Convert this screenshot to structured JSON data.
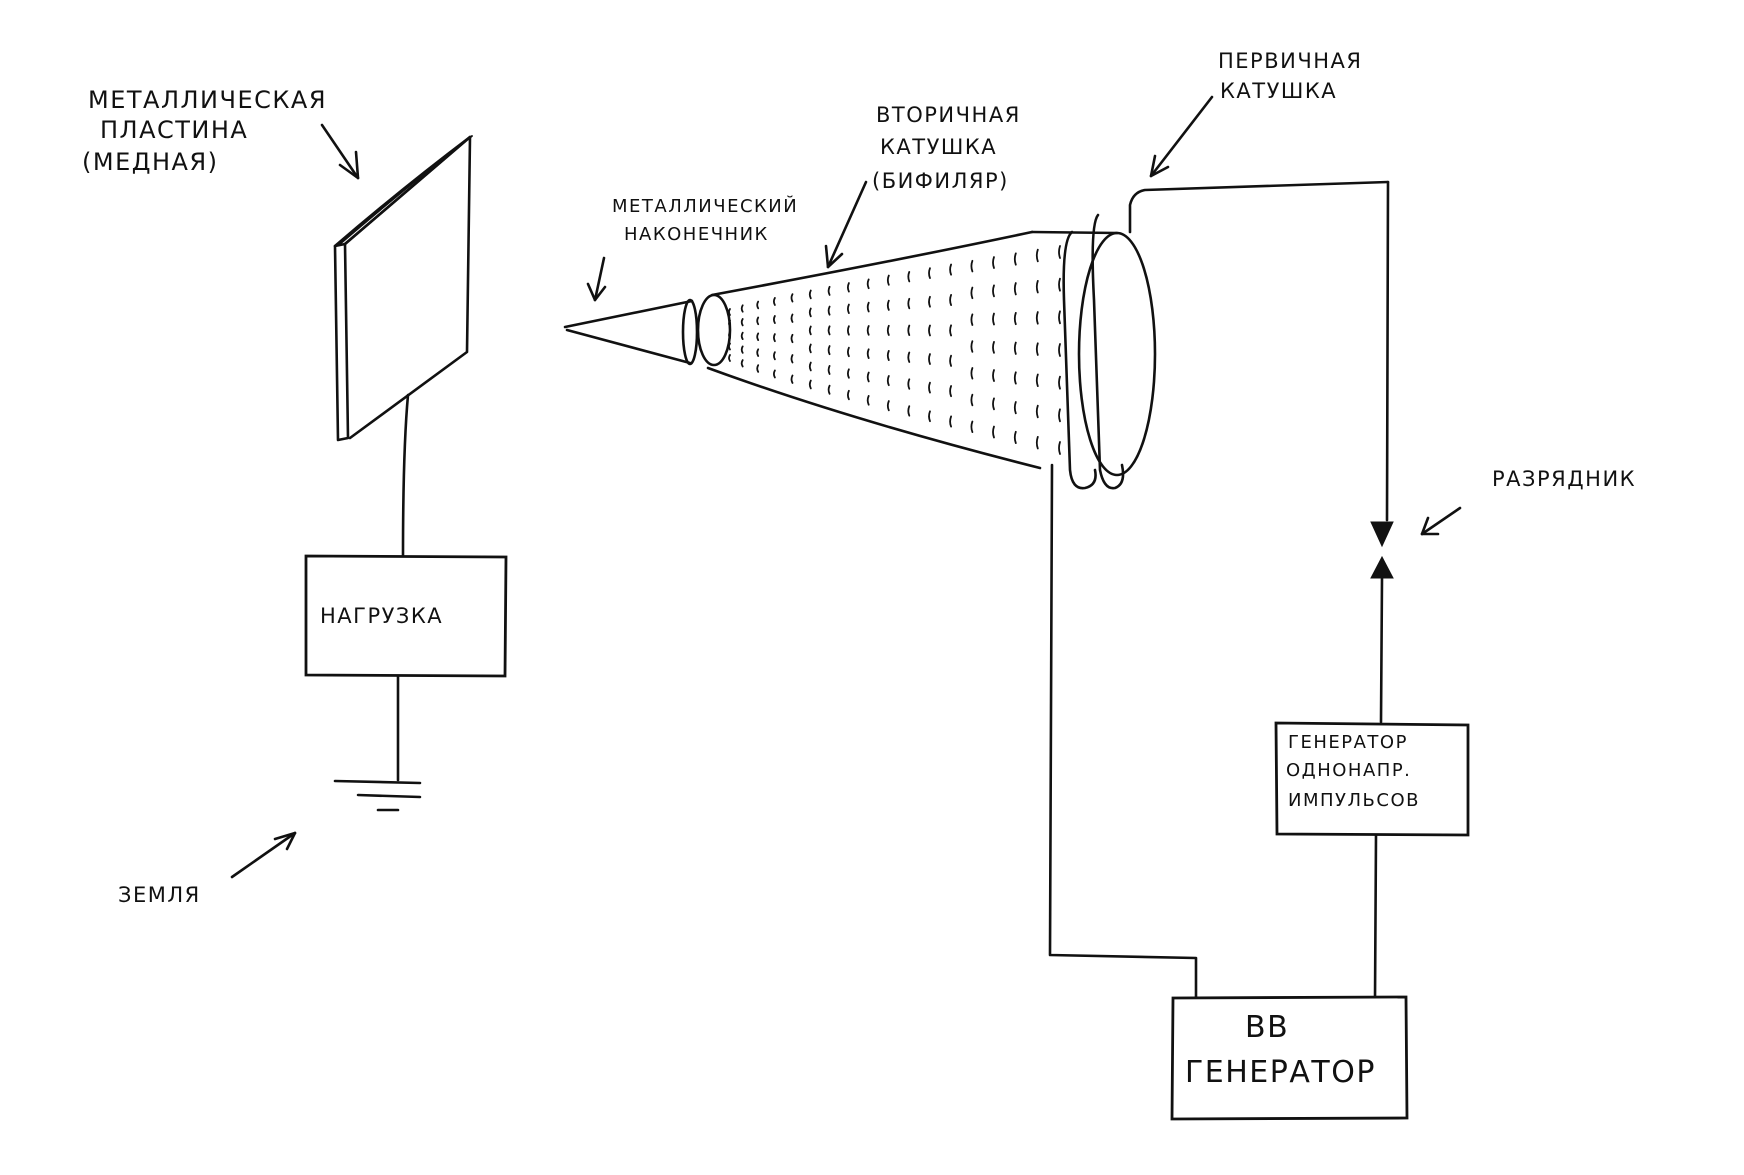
{
  "diagram": {
    "labels": {
      "metal_plate": [
        "МЕТАЛЛИЧЕСКАЯ",
        "ПЛАСТИНА",
        "(МЕДНАЯ)"
      ],
      "metal_tip": [
        "МЕТАЛЛИЧЕСКИЙ",
        "НАКОНЕЧНИК"
      ],
      "secondary_coil": [
        "ВТОРИЧНАЯ",
        "КАТУШКА",
        "(БИФИЛЯР)"
      ],
      "primary_coil": [
        "ПЕРВИЧНАЯ",
        "КАТУШКА"
      ],
      "spark_gap": "РАЗРЯДНИК",
      "ground": "ЗЕМЛЯ"
    },
    "boxes": {
      "load": "НАГРУЗКА",
      "pulse_generator": [
        "ГЕНЕРАТОР",
        "ОДНОНАПР.",
        "ИМПУЛЬСОВ"
      ],
      "hv_generator": [
        "ВВ",
        "ГЕНЕРАТОР"
      ]
    },
    "colors": {
      "ink": "#111111",
      "paper": "#ffffff"
    }
  }
}
